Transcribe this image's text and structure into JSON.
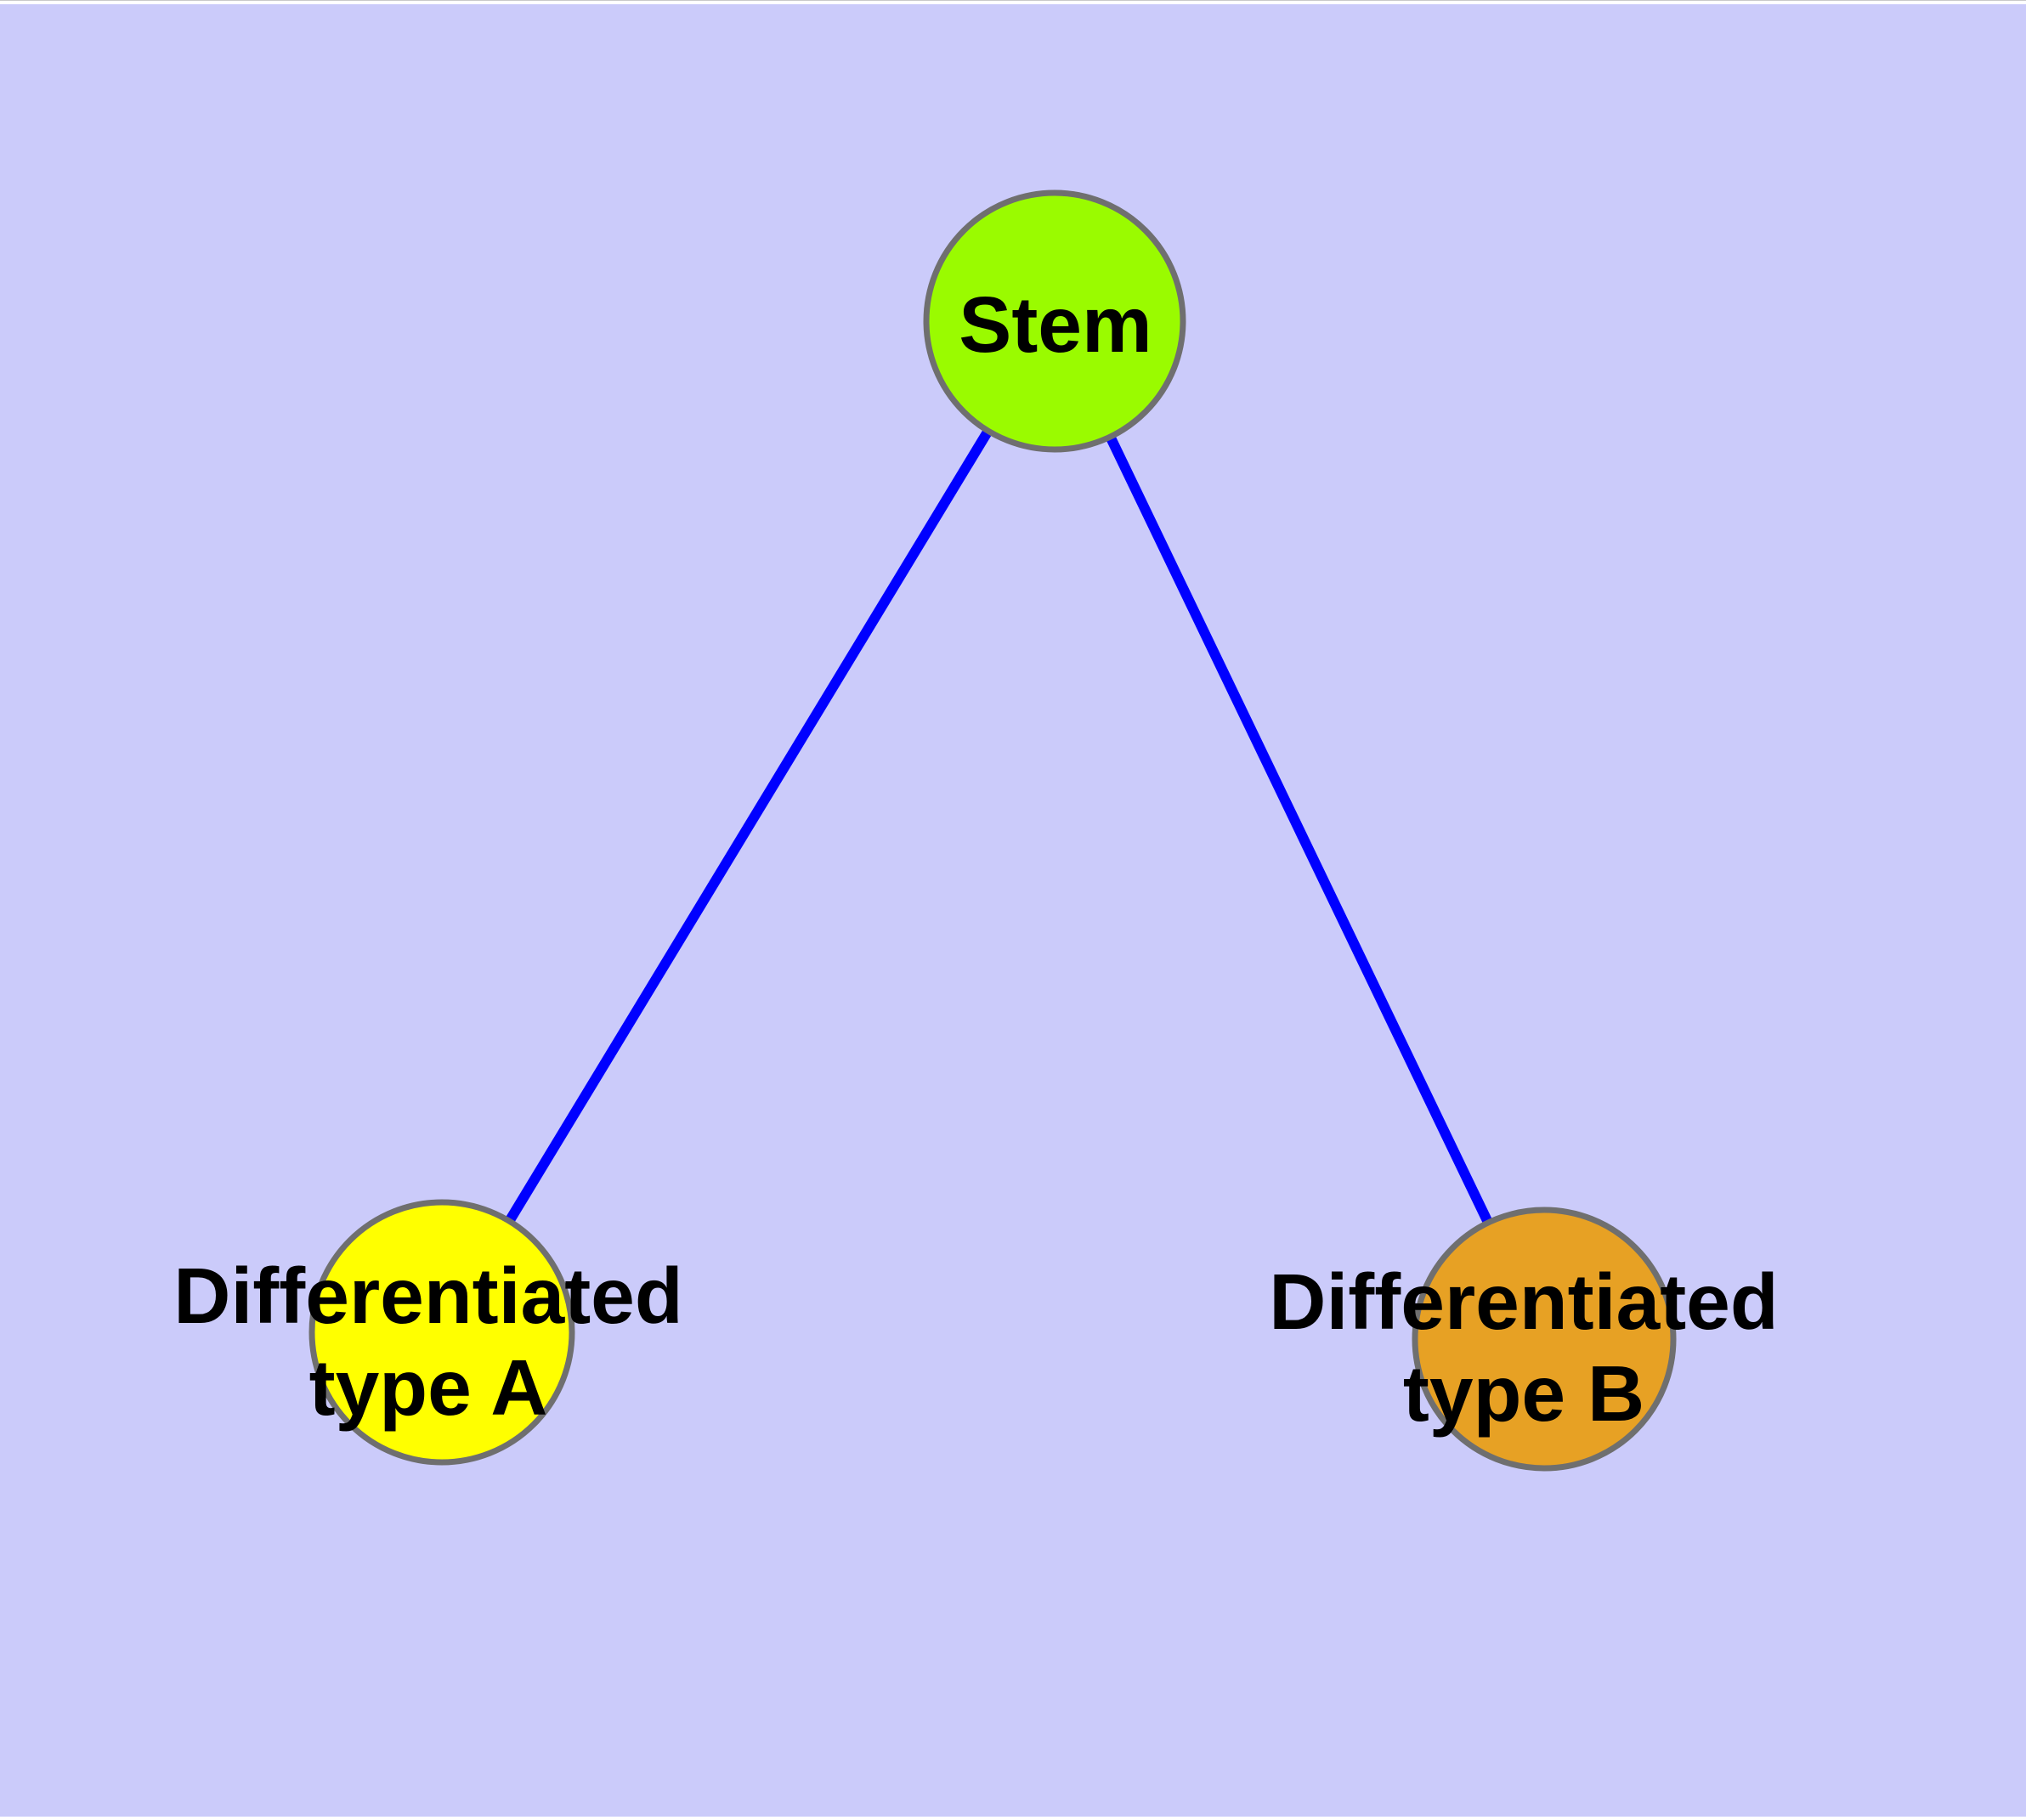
{
  "diagram": {
    "description": "Cell differentiation graph: one stem node connected to two differentiated type nodes",
    "background_color": "#CBCBFA",
    "node_border_color": "#6F6F6F",
    "edge_color": "#0000FF",
    "label_color": "#000000",
    "nodes": [
      {
        "id": "stem",
        "label": "Stem",
        "fill": "#9AFB00"
      },
      {
        "id": "differentiated-type-a",
        "label": "Differentiated\ntype A",
        "fill": "#FFFF00"
      },
      {
        "id": "differentiated-type-b",
        "label": "Differentiated\ntype B",
        "fill": "#E7A124"
      }
    ],
    "edges": [
      {
        "from": "stem",
        "to": "differentiated-type-a"
      },
      {
        "from": "stem",
        "to": "differentiated-type-b"
      }
    ]
  }
}
